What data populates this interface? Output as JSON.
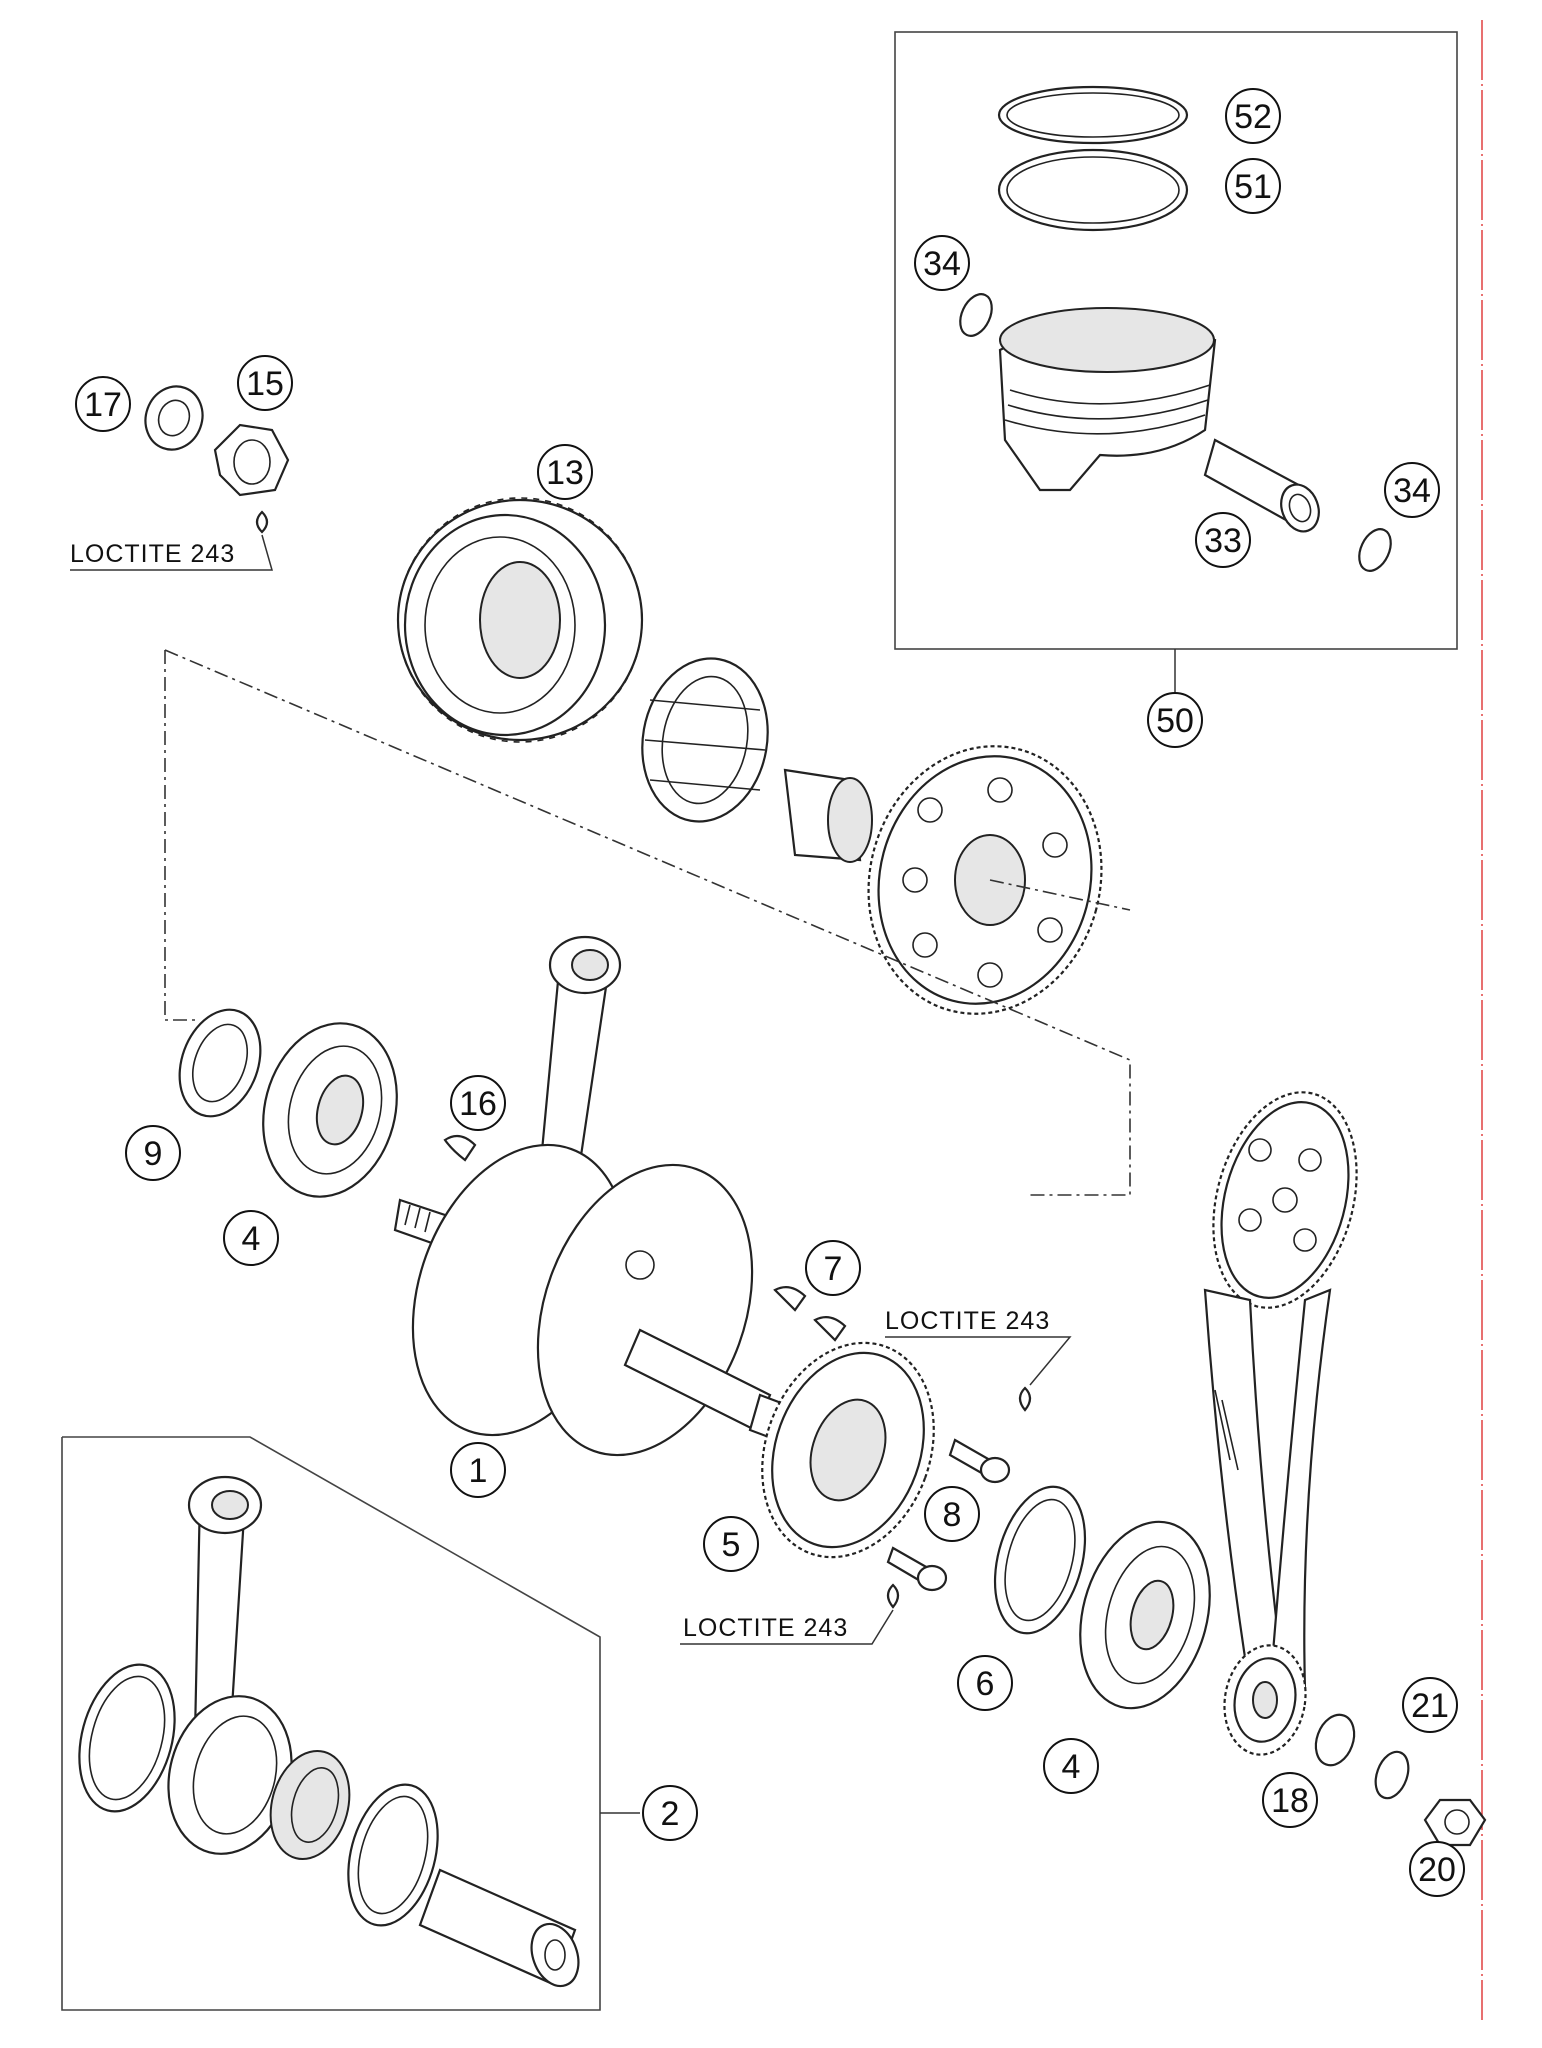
{
  "callouts": {
    "c1": "1",
    "c2": "2",
    "c4a": "4",
    "c4b": "4",
    "c5": "5",
    "c6": "6",
    "c7": "7",
    "c8": "8",
    "c9": "9",
    "c13": "13",
    "c15": "15",
    "c16": "16",
    "c17": "17",
    "c18": "18",
    "c20": "20",
    "c21": "21",
    "c33": "33",
    "c34a": "34",
    "c34b": "34",
    "c50": "50",
    "c51": "51",
    "c52": "52"
  },
  "notes": {
    "loctite_top": "LOCTITE 243",
    "loctite_mid": "LOCTITE 243",
    "loctite_bottom": "LOCTITE 243"
  },
  "colors": {
    "ink": "#222222",
    "margin_line": "#e04040",
    "background": "#ffffff"
  }
}
